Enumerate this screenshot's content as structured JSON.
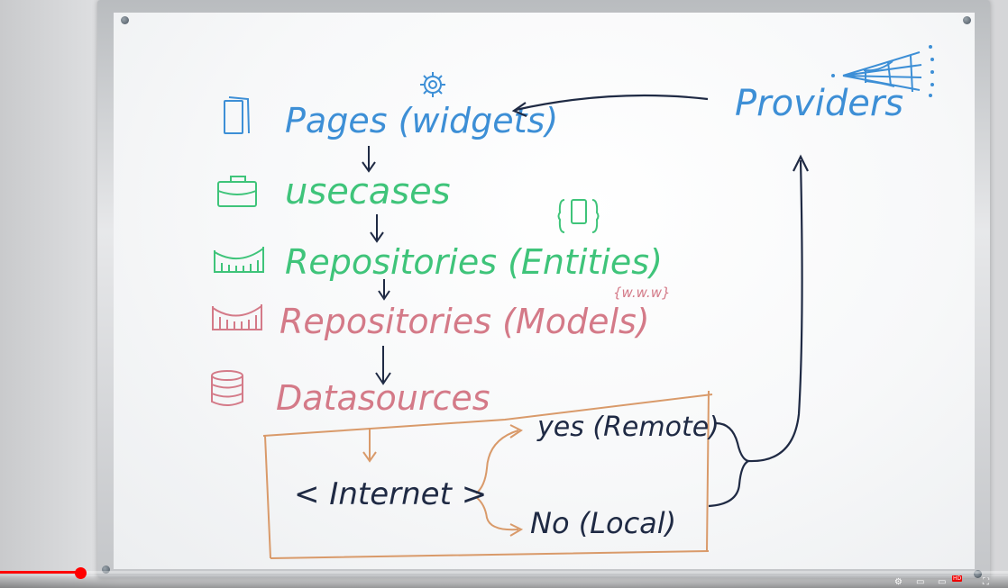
{
  "board": {
    "layers": {
      "pages": "Pages (widgets)",
      "usecases": "usecases",
      "repo_entities": "Repositories (Entities)",
      "repo_models": "Repositories (Models)",
      "datasources": "Datasources",
      "providers": "Providers"
    },
    "decision": {
      "internet": "< Internet >",
      "yes_branch": "yes (Remote)",
      "no_branch": "No (Local)"
    },
    "annotations": {
      "models_brace": "{w.w.w}"
    },
    "colors": {
      "blue": "#3d8fd6",
      "green": "#3fc47a",
      "pink": "#d47a88",
      "orange": "#d99a6a",
      "navy": "#1f2a44"
    }
  },
  "player": {
    "progress_fraction": 0.08,
    "accent": "#ff0000"
  }
}
